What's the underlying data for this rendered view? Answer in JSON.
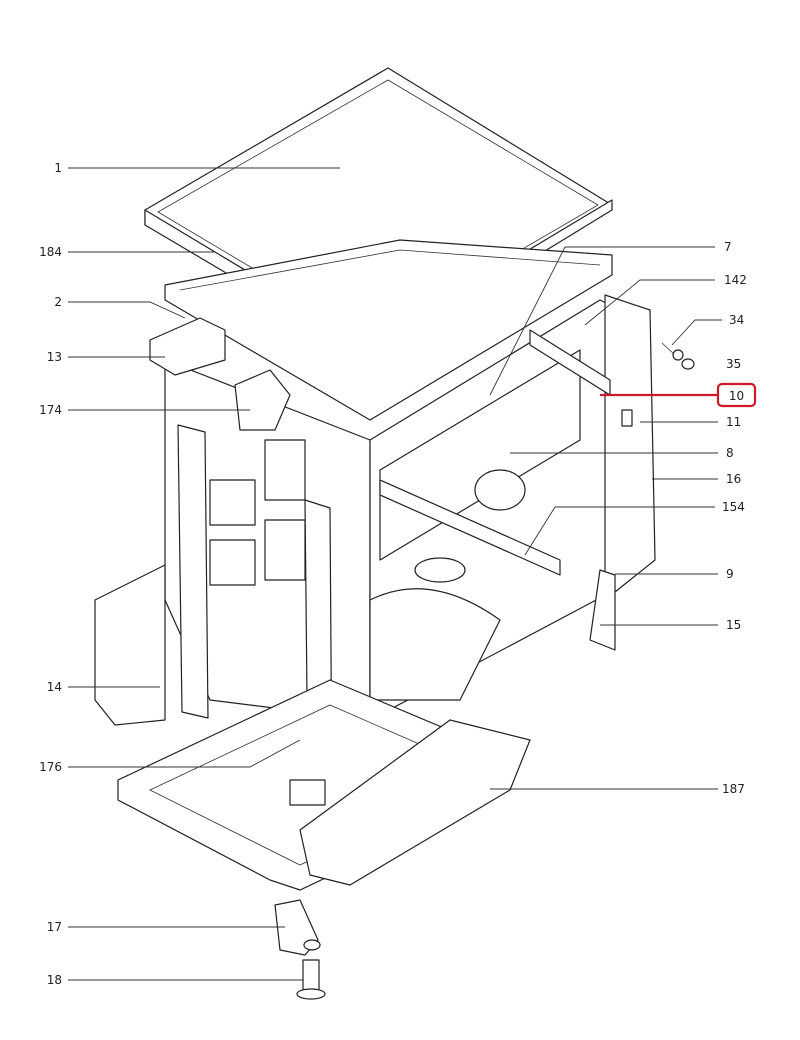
{
  "diagram": {
    "callouts_left": [
      {
        "id": "1"
      },
      {
        "id": "184"
      },
      {
        "id": "2"
      },
      {
        "id": "13"
      },
      {
        "id": "174"
      },
      {
        "id": "14"
      },
      {
        "id": "176"
      },
      {
        "id": "17"
      },
      {
        "id": "18"
      }
    ],
    "callouts_right": [
      {
        "id": "7"
      },
      {
        "id": "142"
      },
      {
        "id": "34"
      },
      {
        "id": "35"
      },
      {
        "id": "10"
      },
      {
        "id": "11"
      },
      {
        "id": "8"
      },
      {
        "id": "16"
      },
      {
        "id": "154"
      },
      {
        "id": "9"
      },
      {
        "id": "15"
      },
      {
        "id": "187"
      }
    ],
    "highlighted_part": "10",
    "highlight_color": "#cc1a2a"
  }
}
